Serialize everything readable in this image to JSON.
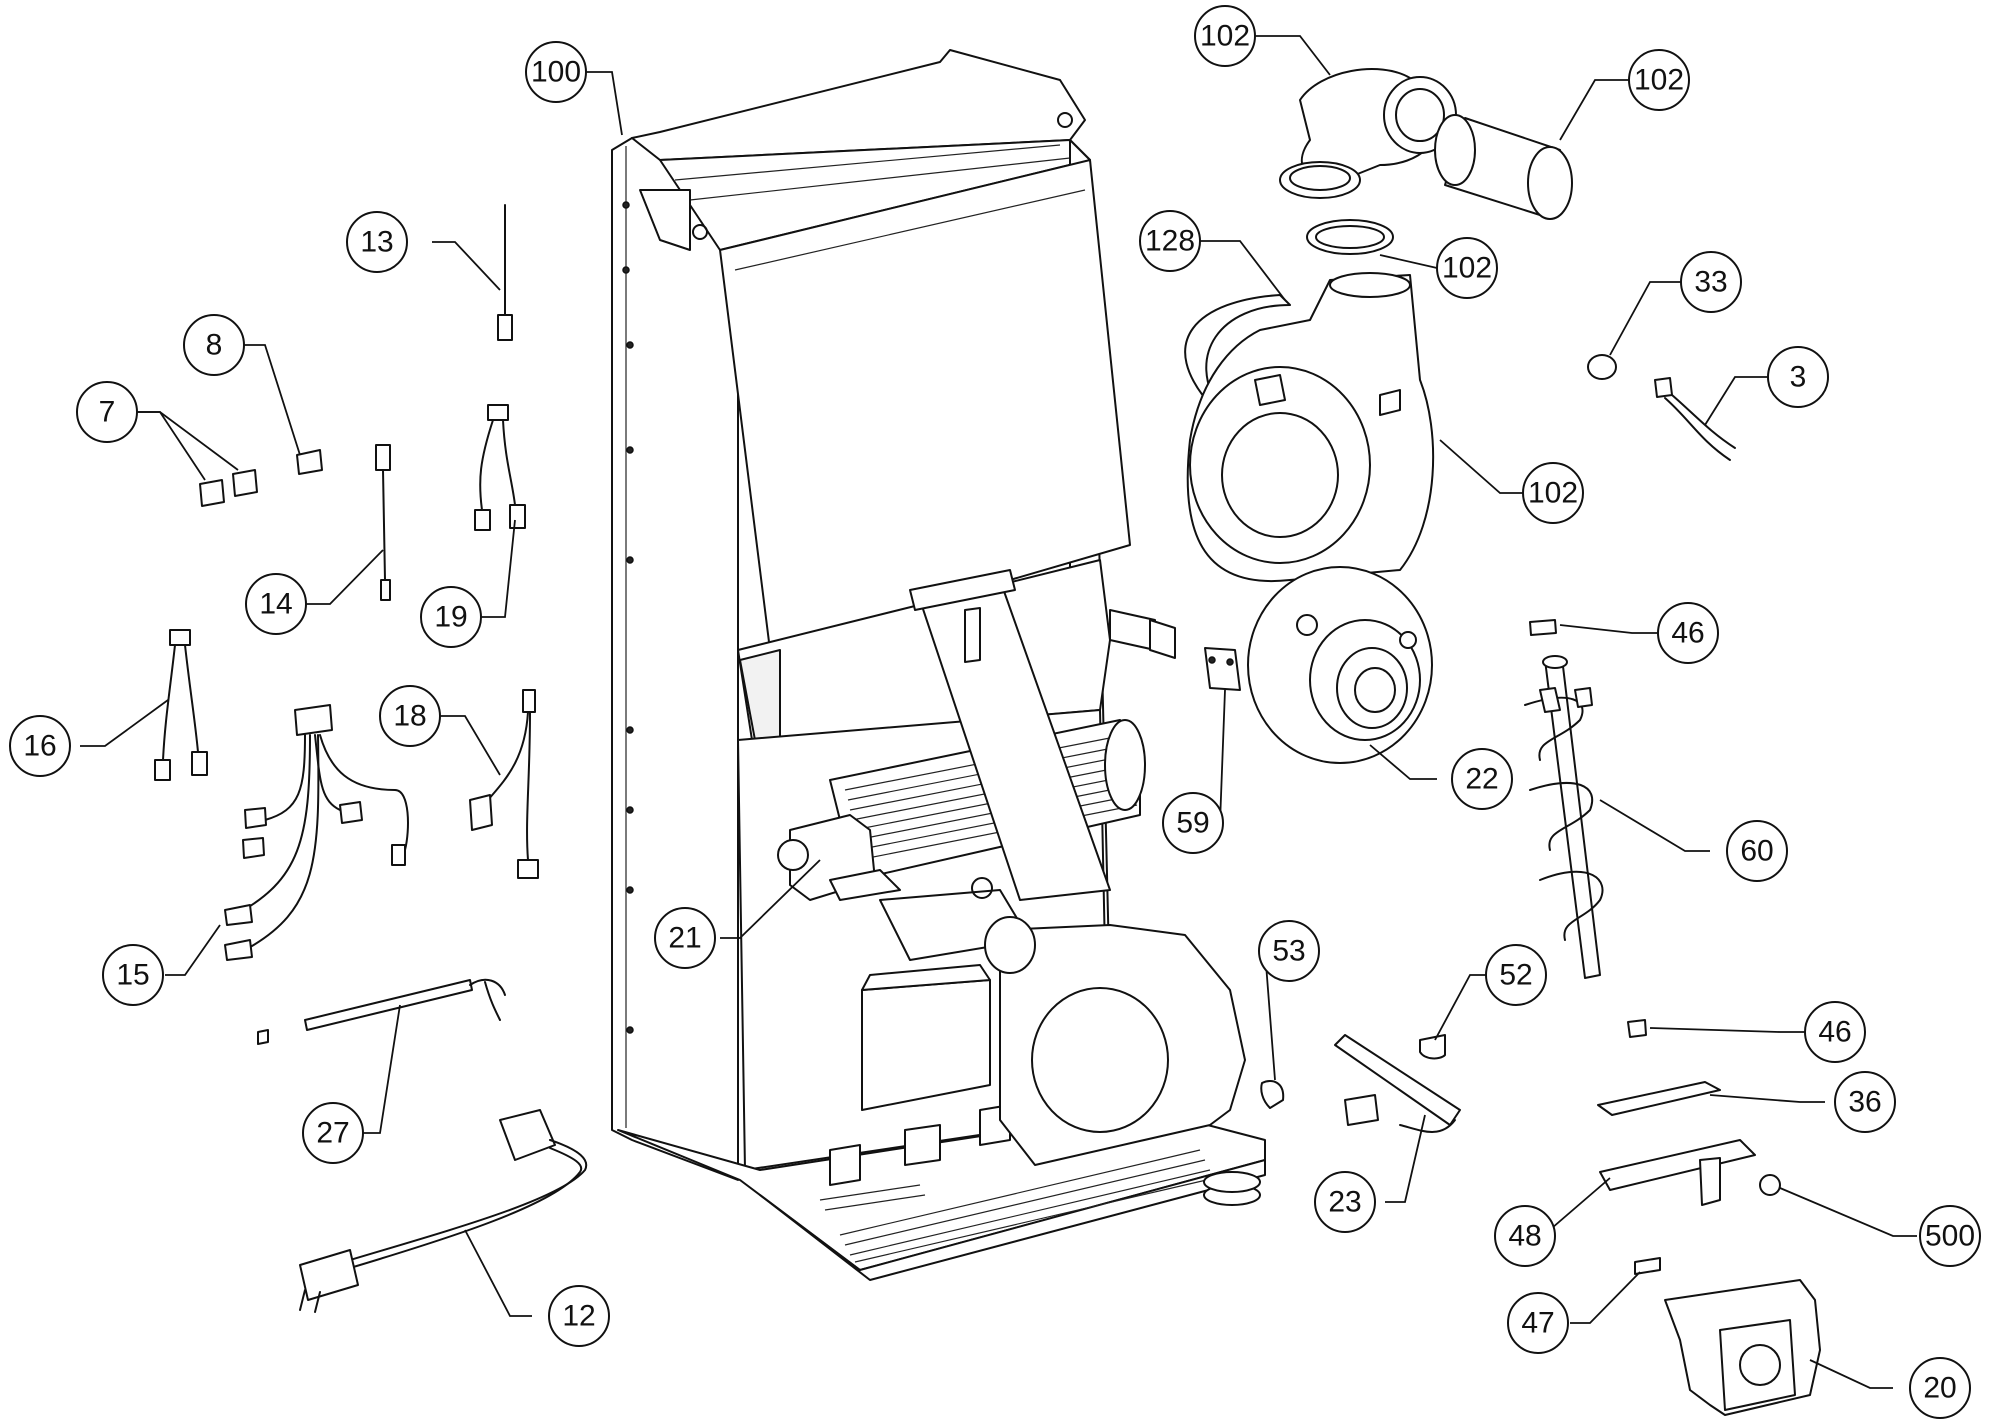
{
  "diagram": {
    "callouts": [
      {
        "id": "c100",
        "label": "100"
      },
      {
        "id": "c102a",
        "label": "102"
      },
      {
        "id": "c102b",
        "label": "102"
      },
      {
        "id": "c102c",
        "label": "102"
      },
      {
        "id": "c102d",
        "label": "102"
      },
      {
        "id": "c128",
        "label": "128"
      },
      {
        "id": "c33",
        "label": "33"
      },
      {
        "id": "c3",
        "label": "3"
      },
      {
        "id": "c13",
        "label": "13"
      },
      {
        "id": "c8",
        "label": "8"
      },
      {
        "id": "c7",
        "label": "7"
      },
      {
        "id": "c14",
        "label": "14"
      },
      {
        "id": "c19",
        "label": "19"
      },
      {
        "id": "c16",
        "label": "16"
      },
      {
        "id": "c18",
        "label": "18"
      },
      {
        "id": "c15",
        "label": "15"
      },
      {
        "id": "c21",
        "label": "21"
      },
      {
        "id": "c27",
        "label": "27"
      },
      {
        "id": "c12",
        "label": "12"
      },
      {
        "id": "c46a",
        "label": "46"
      },
      {
        "id": "c46b",
        "label": "46"
      },
      {
        "id": "c59",
        "label": "59"
      },
      {
        "id": "c22",
        "label": "22"
      },
      {
        "id": "c60",
        "label": "60"
      },
      {
        "id": "c53",
        "label": "53"
      },
      {
        "id": "c52",
        "label": "52"
      },
      {
        "id": "c36",
        "label": "36"
      },
      {
        "id": "c23",
        "label": "23"
      },
      {
        "id": "c48",
        "label": "48"
      },
      {
        "id": "c500",
        "label": "500"
      },
      {
        "id": "c47",
        "label": "47"
      },
      {
        "id": "c20",
        "label": "20"
      }
    ]
  }
}
